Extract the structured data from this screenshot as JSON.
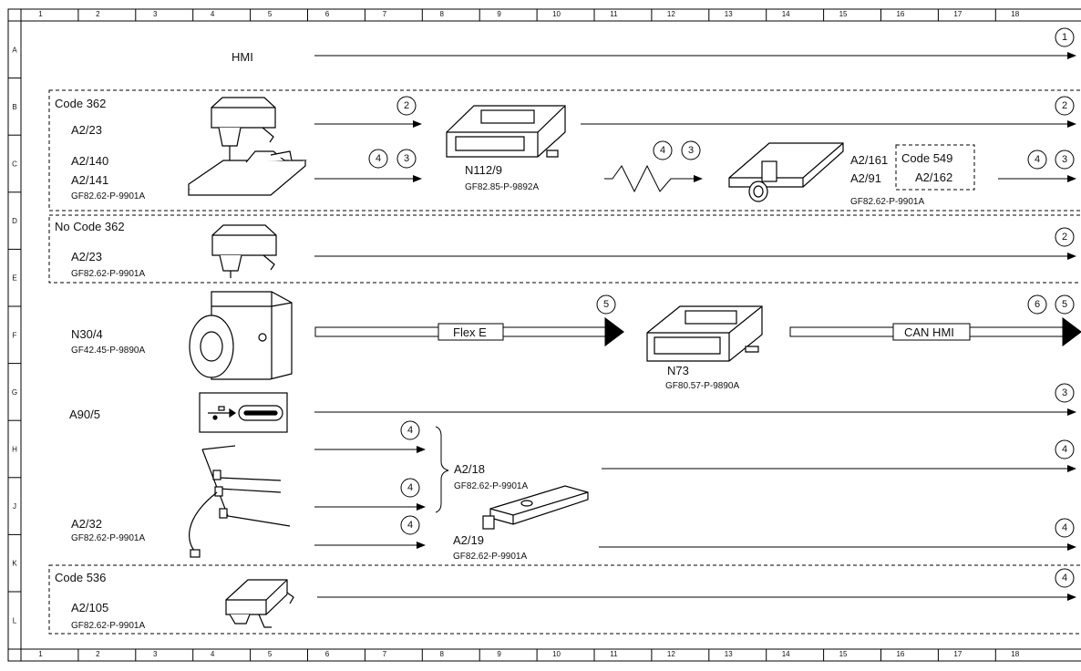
{
  "grid": {
    "columns": [
      "1",
      "2",
      "3",
      "4",
      "5",
      "6",
      "7",
      "8",
      "9",
      "10",
      "11",
      "12",
      "13",
      "14",
      "15",
      "16",
      "17",
      "18"
    ],
    "rows": [
      "A",
      "B",
      "C",
      "D",
      "E",
      "F",
      "G",
      "H",
      "J",
      "K",
      "L"
    ]
  },
  "labels": {
    "hmi": "HMI",
    "code362": "Code 362",
    "no_code362": "No Code 362",
    "code536": "Code 536",
    "code549": "Code 549",
    "a2_23_b": "A2/23",
    "a2_140": "A2/140",
    "a2_141": "A2/141",
    "gf_a2_141": "GF82.62-P-9901A",
    "n112_9": "N112/9",
    "gf_n112_9": "GF82.85-P-9892A",
    "a2_161": "A2/161",
    "a2_91": "A2/91",
    "a2_162": "A2/162",
    "gf_a2_161": "GF82.62-P-9901A",
    "a2_23_d": "A2/23",
    "gf_a2_23_d": "GF82.62-P-9901A",
    "n30_4": "N30/4",
    "gf_n30_4": "GF42.45-P-9890A",
    "flex_e": "Flex E",
    "n73": "N73",
    "gf_n73": "GF80.57-P-9890A",
    "can_hmi": "CAN HMI",
    "a90_5": "A90/5",
    "a2_18": "A2/18",
    "gf_a2_18": "GF82.62-P-9901A",
    "a2_32": "A2/32",
    "gf_a2_32": "GF82.62-P-9901A",
    "a2_19": "A2/19",
    "gf_a2_19": "GF82.62-P-9901A",
    "a2_105": "A2/105",
    "gf_a2_105": "GF82.62-P-9901A"
  },
  "markers": {
    "hmi_end": "1",
    "b_mid": "2",
    "b_end": "2",
    "c_mid_a": "4",
    "c_mid_b": "3",
    "c_wave_a": "4",
    "c_wave_b": "3",
    "c_end_a": "4",
    "c_end_b": "3",
    "e_end": "2",
    "f_mid": "5",
    "f_end_a": "6",
    "f_end_b": "5",
    "g_end": "3",
    "h_mid": "4",
    "h_end": "4",
    "j_mid": "4",
    "k_mid": "4",
    "k_end": "4",
    "l_end": "4"
  }
}
